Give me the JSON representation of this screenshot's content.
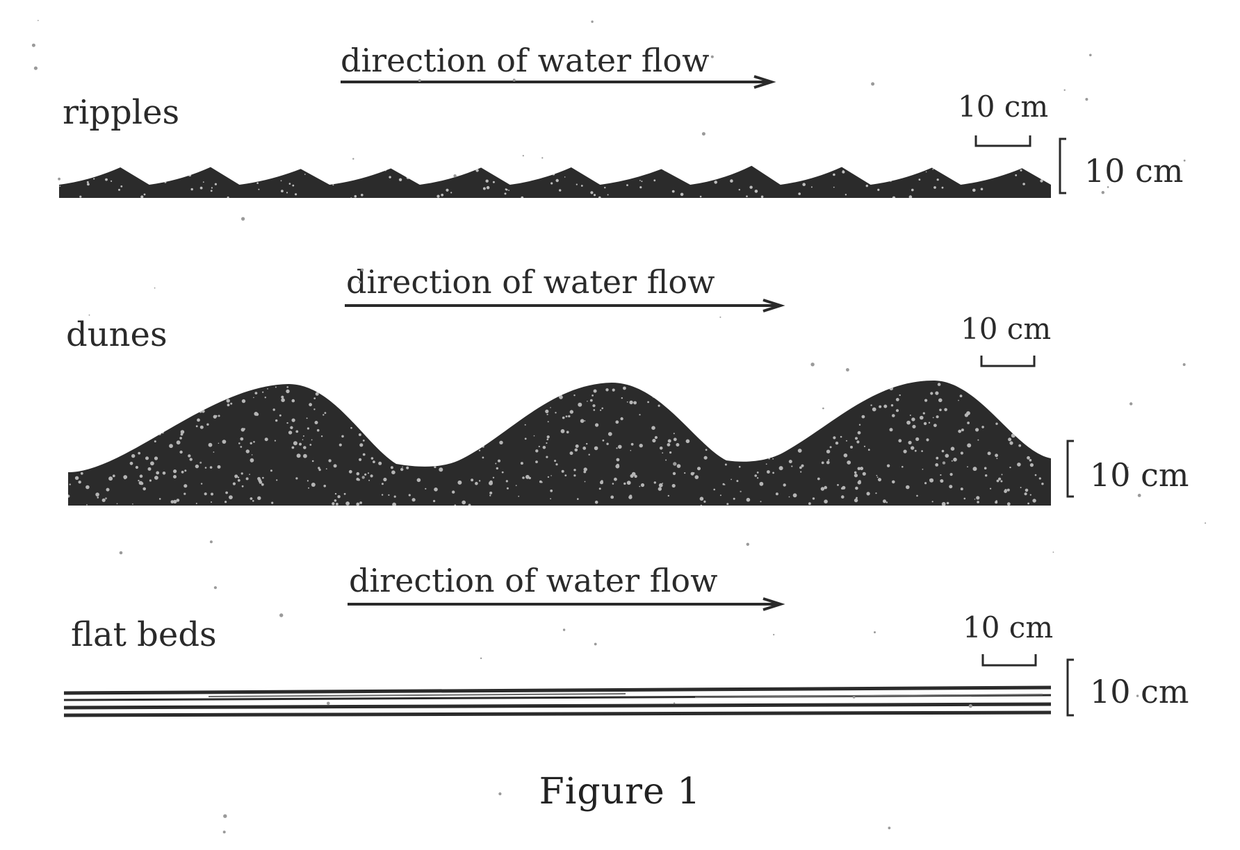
{
  "panels": [
    {
      "id": "ripples",
      "label": "ripples",
      "flow_label": "direction of water flow",
      "scale_h_label": "10 cm",
      "scale_v_label": "10 cm"
    },
    {
      "id": "dunes",
      "label": "dunes",
      "flow_label": "direction of water flow",
      "scale_h_label": "10 cm",
      "scale_v_label": "10 cm"
    },
    {
      "id": "flat-beds",
      "label": "flat beds",
      "flow_label": "direction of water flow",
      "scale_h_label": "10 cm",
      "scale_v_label": "10 cm"
    }
  ],
  "caption": "Figure 1",
  "colors": {
    "sediment": "#2b2b2b",
    "ink": "#2a2a2a",
    "speck": "#9a9a9a"
  }
}
